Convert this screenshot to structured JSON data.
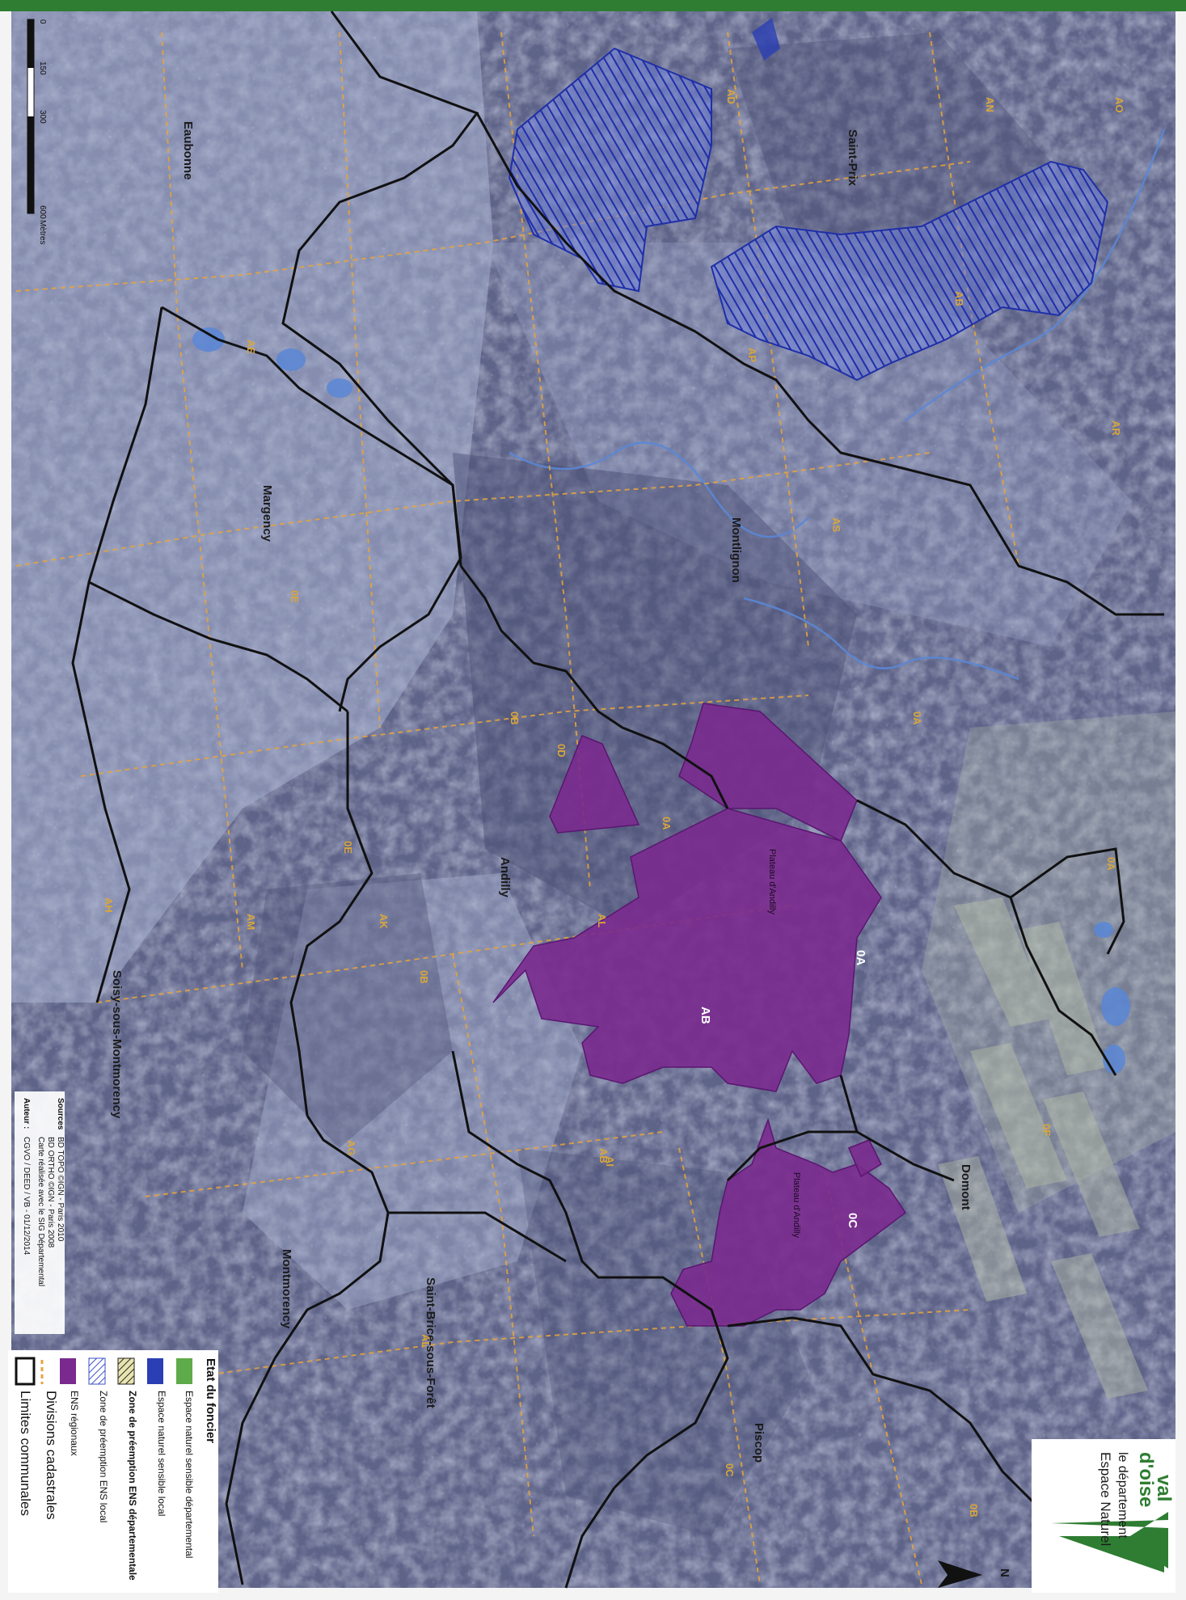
{
  "communes": [
    "Eaubonne",
    "Saint-Prix",
    "Margency",
    "Montlignon",
    "Andilly",
    "Soisy-sous-Montmorency",
    "Montmorency",
    "Saint-Brice-sous-Forêt",
    "Domont",
    "Piscop"
  ],
  "sections": [
    "AO",
    "AN",
    "AD",
    "AR",
    "AB",
    "0A",
    "0B",
    "0C",
    "0D",
    "0E",
    "0F",
    "AE",
    "AL",
    "AM",
    "AH",
    "AK",
    "AP",
    "AI",
    "AG",
    "AS"
  ],
  "ens_sites": {
    "andilly_name": "Plateau d'Andilly",
    "andilly_sections": [
      "0A",
      "AB"
    ],
    "montmorency_name": "Plateau d'Andilly",
    "montmorency_section": "0C"
  },
  "scale": {
    "ticks": [
      "0",
      "150",
      "300",
      "600"
    ],
    "unit": "Mètres"
  },
  "north": "N",
  "logo": {
    "line1": "val",
    "line2": "d'oise",
    "line3": "le département",
    "line4": "Espace Naturel"
  },
  "legend": {
    "title": "Etat du foncier",
    "items": [
      {
        "label": "Espace naturel sensible départemental",
        "color": "#5faa4a"
      },
      {
        "label": "Espace naturel sensible local",
        "color": "#2b3fb4"
      },
      {
        "label": "Zone de préemption ENS départementale",
        "color": "#222222"
      },
      {
        "label": "Zone de préemption ENS local",
        "color": "#3b4fc8"
      },
      {
        "label": "ENS régionaux",
        "color": "#7a2a8e"
      },
      {
        "label": "Divisions cadastrales",
        "color": "#e7a53c"
      },
      {
        "label": "Limites communales",
        "color": "#111111"
      }
    ]
  },
  "sources": {
    "heading": "Sources",
    "line1": "BD TOPO ©IGN - Paris 2010",
    "line2": "BD ORTHO ©IGN - Paris 2008",
    "line3": "Carte réalisée avec le SIG Départemental",
    "line4": "Auteur :",
    "line5": "CGVO / DEED / VB - 01/12/2014"
  },
  "colors": {
    "ens_regional": "#7a2a8e",
    "ens_local": "#2b3fb4",
    "cadastre": "#e7a53c",
    "commune_border": "#111111",
    "green_bar": "#2e7d32"
  }
}
